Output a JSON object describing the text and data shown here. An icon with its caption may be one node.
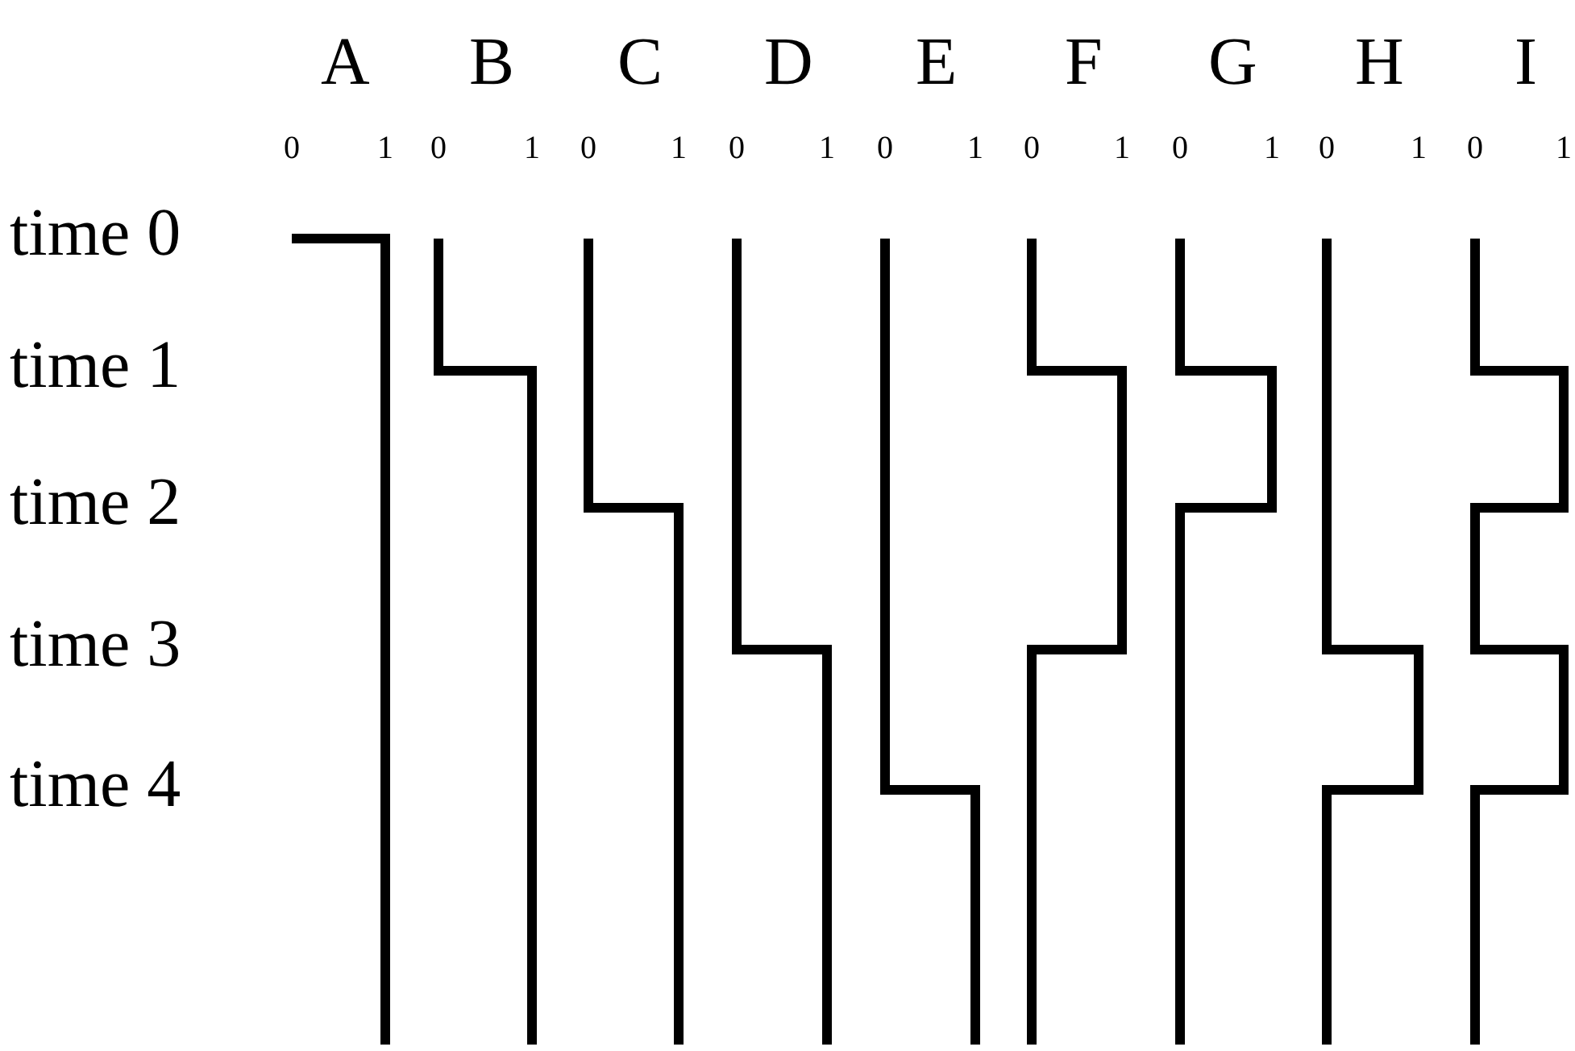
{
  "diagram": {
    "labels": [
      "A",
      "B",
      "C",
      "D",
      "E",
      "F",
      "G",
      "H",
      "I",
      "0",
      "1",
      "0",
      "1",
      "0",
      "1",
      "0",
      "1",
      "0",
      "1",
      "0",
      "1",
      "0",
      "1",
      "0",
      "1",
      "0",
      "1",
      "time 0",
      "time 1",
      "time 2",
      "time 3",
      "time 4"
    ]
  }
}
